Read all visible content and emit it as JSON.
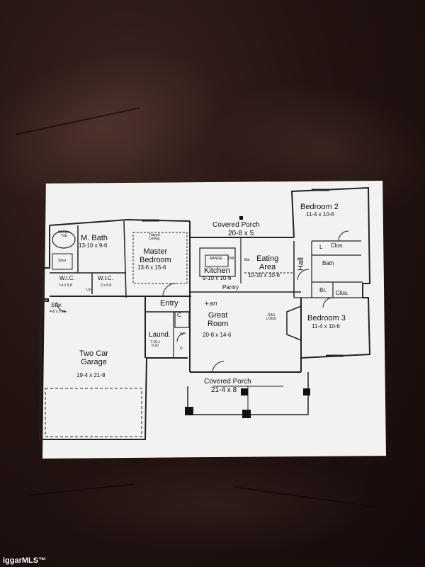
{
  "labels": {
    "covered_porch_top": "Covered Porch",
    "covered_porch_top_dim": "20-8 x 5",
    "bedroom2": "Bedroom 2",
    "bedroom2_dim": "11-4 x 10-6",
    "m_bath": "M. Bath",
    "m_bath_dim": "13-10 x 9-6",
    "garden_tub": "Garden\nTub",
    "shwr": "Shwr",
    "master_bedroom": "Master\nBedroom",
    "master_bedroom_dim": "13-6 x 15-6",
    "trayed_ceiling": "Trayed\nCeiling",
    "range": "RANGE",
    "dw": "DW",
    "bar": "Bar",
    "kitchen": "Kitchen",
    "kitchen_dim": "9-10 x 10-6",
    "pantry": "Pantry",
    "eating_area": "Eating\nArea",
    "eating_area_dim": "10-10 x 10-6",
    "hall": "Hall",
    "l": "L",
    "clos1": "Clos.",
    "bath": "Bath",
    "br": "Br.",
    "clos2": "Clos.",
    "wic1": "W.I.C.",
    "wic1_dim": "7-4 x 5-8",
    "wic2": "W.I.C.",
    "wic2_dim": "2 x 5-8",
    "lin": "Lin.",
    "stor": "Stor.",
    "stor_dim": "4-8 x 3-10",
    "entry": "Entry",
    "c": "C",
    "great_room": "Great\nRoom",
    "great_room_dim": "20-8 x 14-6",
    "gas_logs": "GAS\nLOGS",
    "bedroom3": "Bedroom 3",
    "bedroom3_dim": "11-4 x 10-6",
    "laund": "Laund.",
    "laund_dim": "7-10 x\n5-10",
    "w": "W",
    "d": "D",
    "two_car_garage": "Two Car\nGarage",
    "garage_dim": "19-4 x 21-8",
    "covered_porch_bottom": "Covered Porch",
    "covered_porch_bottom_dim": "21-4 x 8"
  },
  "handwriting": "+an",
  "watermark": "iggarMLS™",
  "colors": {
    "paper": "#f2f2f0",
    "ink": "#111111",
    "leather": "#241412"
  }
}
